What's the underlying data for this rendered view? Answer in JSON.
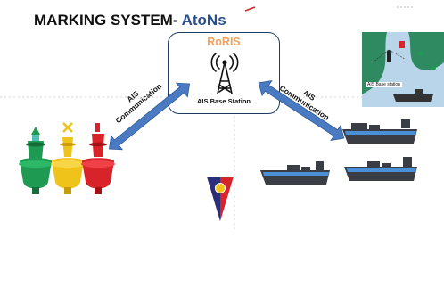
{
  "title": {
    "main": "MARKING SYSTEM-",
    "accent": "AtoNs"
  },
  "center": {
    "name": "RoRIS",
    "caption": "AIS Base Station"
  },
  "links": {
    "left": {
      "line1": "AIS",
      "line2": "Communication"
    },
    "right": {
      "line1": "AIS",
      "line2": "Communication"
    }
  },
  "inset": {
    "caption": "AIS Base station"
  },
  "icons": [
    "antenna-tower-icon",
    "buoy-icon",
    "ship-icon",
    "pennant-flag-icon",
    "double-arrow-icon"
  ],
  "colors": {
    "accent": "#2b4f8c",
    "roris": "#f2a15e",
    "arrow": "#4a7bc2",
    "ship_hull": "#3a3d44",
    "ship_stripe": "#4b8fd6",
    "buoy_green": "#1e9a52",
    "buoy_yellow": "#f0c31a",
    "buoy_red": "#d8232a"
  }
}
